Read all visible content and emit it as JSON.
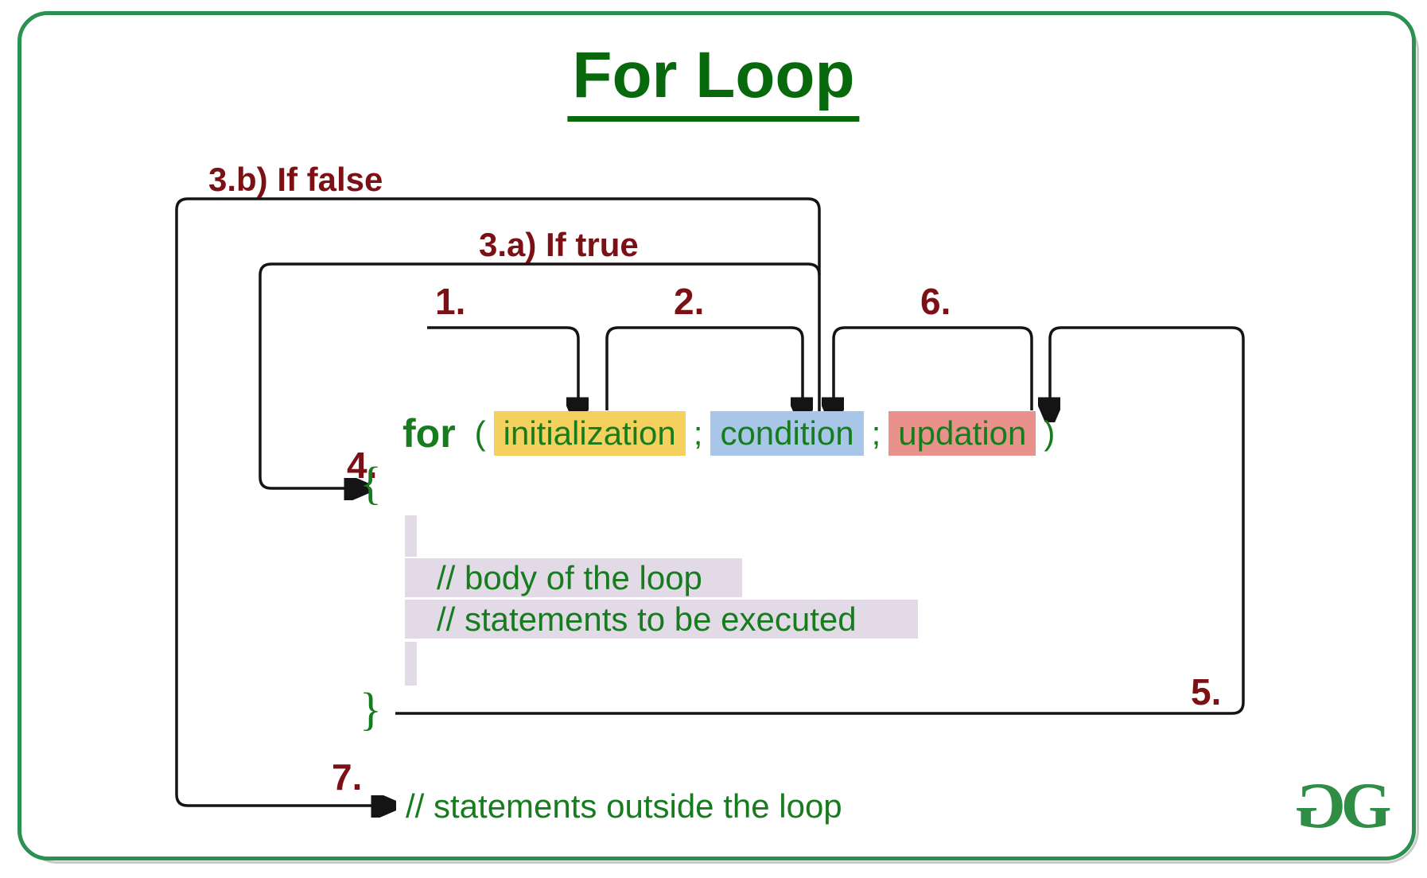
{
  "title": "For Loop",
  "labels": {
    "if_false": "3.b) If false",
    "if_true": "3.a) If true",
    "step1": "1.",
    "step2": "2.",
    "step4": "4.",
    "step5": "5.",
    "step6": "6.",
    "step7": "7."
  },
  "code": {
    "keyword": "for",
    "open_paren": "(",
    "initialization": "initialization",
    "semicolon1": ";",
    "condition": "condition",
    "semicolon2": ";",
    "updation": "updation",
    "close_paren": ")",
    "open_brace": "{",
    "body_comment_1": "// body of the loop",
    "body_comment_2": "// statements to be executed",
    "close_brace": "}",
    "outside_comment": "// statements outside the loop"
  },
  "logo": {
    "letter_left": "G",
    "letter_right": "G"
  },
  "colors": {
    "border_green": "#2a9150",
    "title_green": "#07690b",
    "code_green": "#177c1e",
    "label_maroon": "#7b1115",
    "arrow_black": "#141414",
    "highlight_initialization": "#f4d15f",
    "highlight_condition": "#a8c6e8",
    "highlight_updation": "#e9928c",
    "highlight_body": "#e3dae8",
    "logo_green": "#2f8d46"
  }
}
